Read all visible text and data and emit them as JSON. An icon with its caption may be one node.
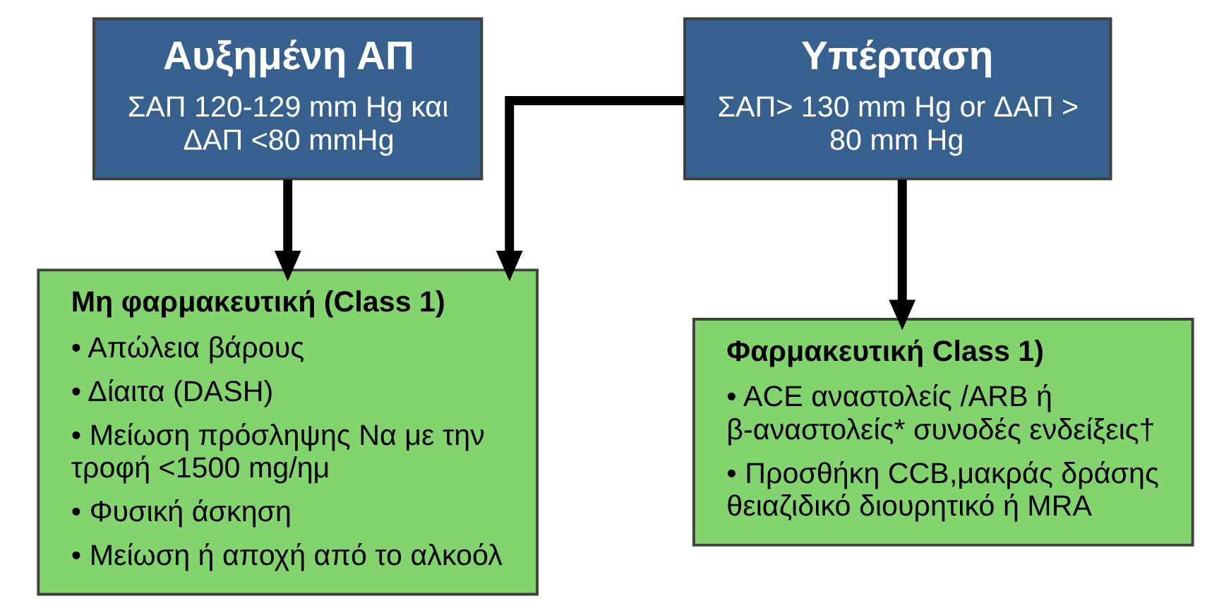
{
  "diagram": {
    "nodes": [
      {
        "text": [
          "Αυξημένη ΑΠ",
          "ΣΑΠ 120-129 mm Hg και ΔΑΠ <80 mmHg"
        ]
      },
      {
        "text": [
          "Υπέρταση",
          "ΣΑΠ> 130 mm Hg or ΔΑΠ > 80 mm Hg"
        ]
      },
      {
        "text": [
          "Μη φαρμακευτική (Class 1)",
          "• Απώλεια βάρους",
          "• Δίαιτα (DASH)",
          "• Μείωση πρόσληψης Να με την τροφή <1500 mg/ημ",
          "• Φυσική άσκηση",
          "• Μείωση ή αποχή από το αλκοόλ"
        ]
      },
      {
        "text": [
          "Φαρμακευτική Class 1)",
          "• ACE αναστολείς /ARB ή β-αναστολείς* συνοδές ενδείξεις†",
          "• Προσθήκη CCB,μακράς δράσης θειαζιδικό διουρητικό ή MRA"
        ]
      }
    ],
    "edges": [
      {
        "from": 0,
        "to": 2,
        "arrow": "to"
      },
      {
        "from": 1,
        "to": 2,
        "arrow": "to"
      },
      {
        "from": 1,
        "to": 3,
        "arrow": "to"
      }
    ]
  }
}
